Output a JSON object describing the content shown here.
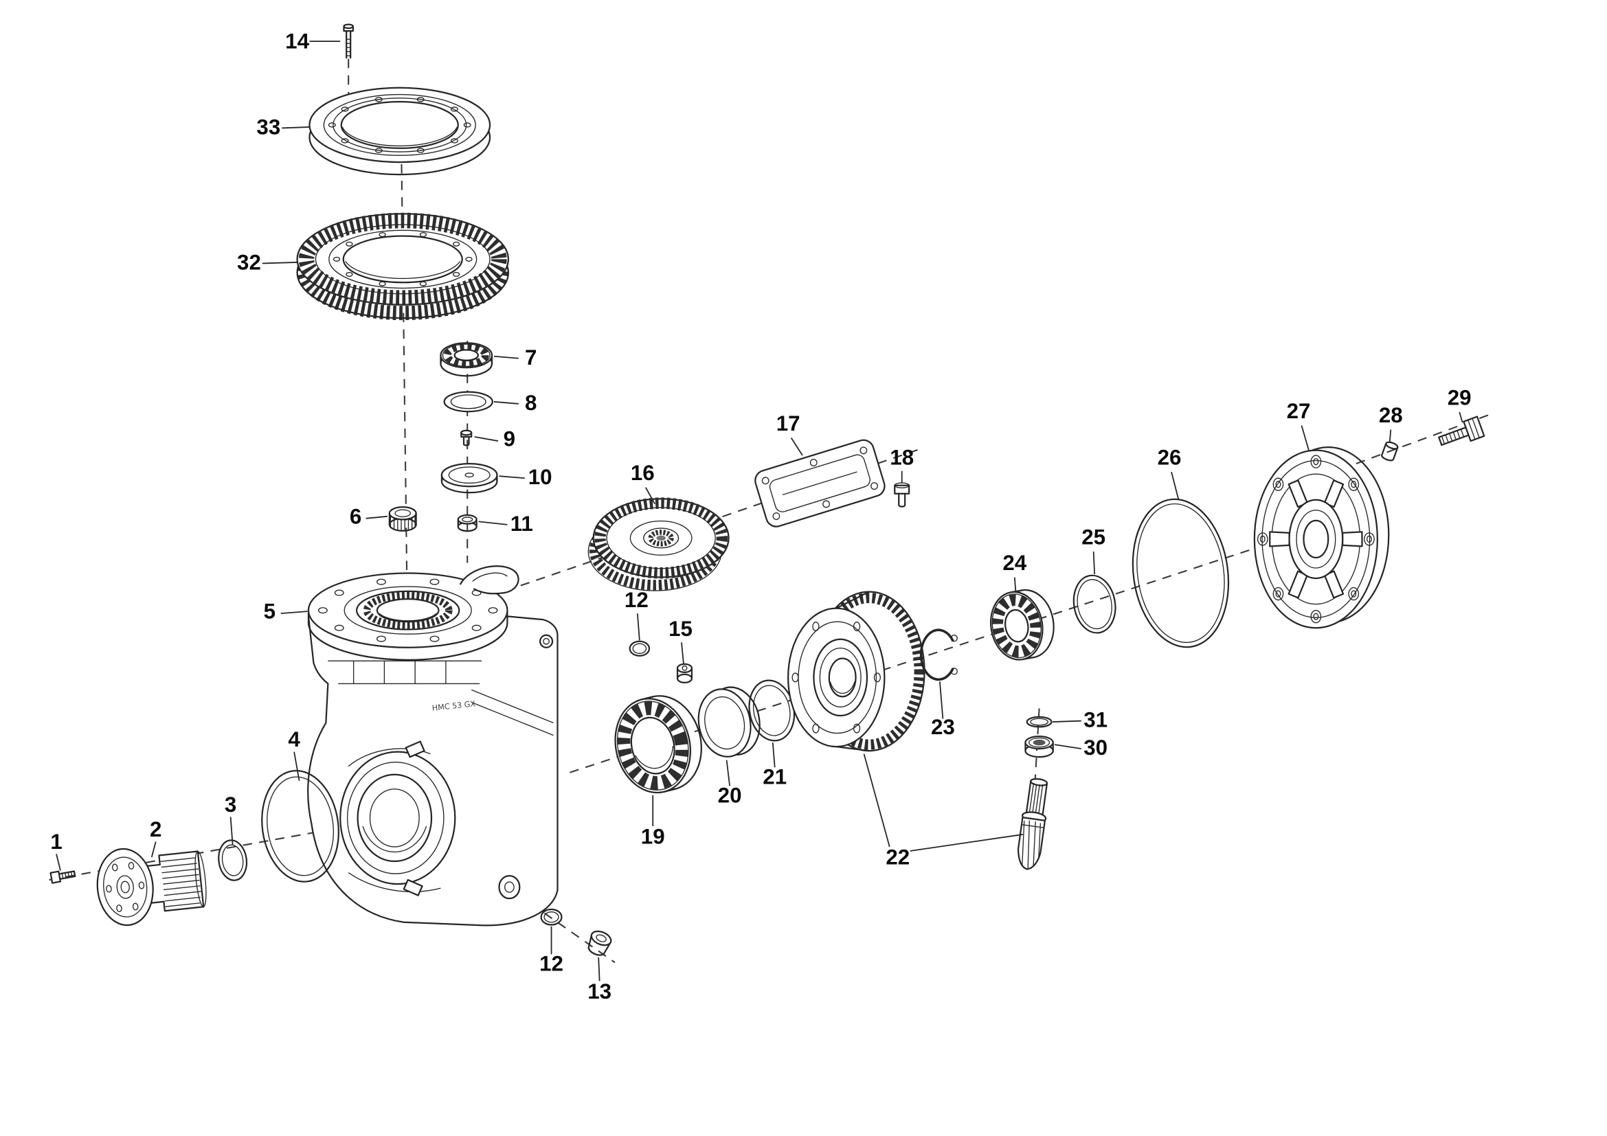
{
  "diagram": {
    "type": "exploded-parts-diagram",
    "subject": "final-drive gearbox assembly",
    "background_color": "#ffffff",
    "line_color": "#262626",
    "housing_marking": "HMC 53 GX"
  },
  "callouts": {
    "c1": "1",
    "c2": "2",
    "c3": "3",
    "c4": "4",
    "c5": "5",
    "c6": "6",
    "c7": "7",
    "c8": "8",
    "c9": "9",
    "c10": "10",
    "c11": "11",
    "c12": "12",
    "c13": "13",
    "c14": "14",
    "c15": "15",
    "c16": "16",
    "c17": "17",
    "c18": "18",
    "c19": "19",
    "c20": "20",
    "c21": "21",
    "c22": "22",
    "c23": "23",
    "c24": "24",
    "c25": "25",
    "c26": "26",
    "c27": "27",
    "c28": "28",
    "c29": "29",
    "c30": "30",
    "c31": "31",
    "c32": "32",
    "c33": "33"
  }
}
